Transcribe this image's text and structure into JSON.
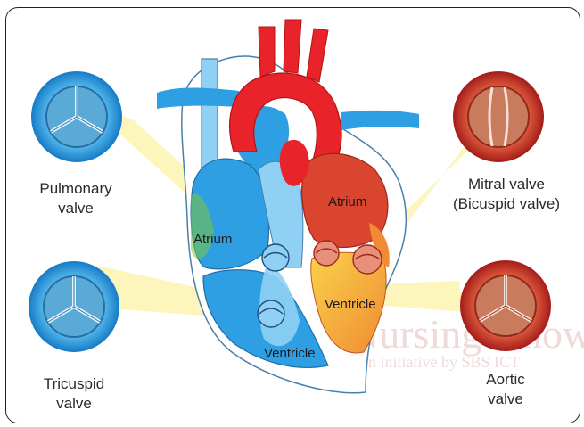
{
  "labels": {
    "pulmonary_valve": [
      "Pulmonary",
      "valve"
    ],
    "tricuspid_valve": [
      "Tricuspid",
      "valve"
    ],
    "mitral_valve": [
      "Mitral valve",
      "(Bicuspid valve)"
    ],
    "aortic_valve": [
      "Aortic",
      "valve"
    ],
    "right_atrium": "Atrium",
    "left_atrium": "Atrium",
    "right_ventricle": "Ventricle",
    "left_ventricle": "Ventricle"
  },
  "watermark": {
    "title": "Nursing Knowledge",
    "subtitle": "An initiative by SBS ICT"
  },
  "colors": {
    "blue": "#2e9fe2",
    "blue_light": "#8fd0f4",
    "red": "#e8242a",
    "red_dark": "#b83a2a",
    "beam": "#fbf3b0"
  }
}
